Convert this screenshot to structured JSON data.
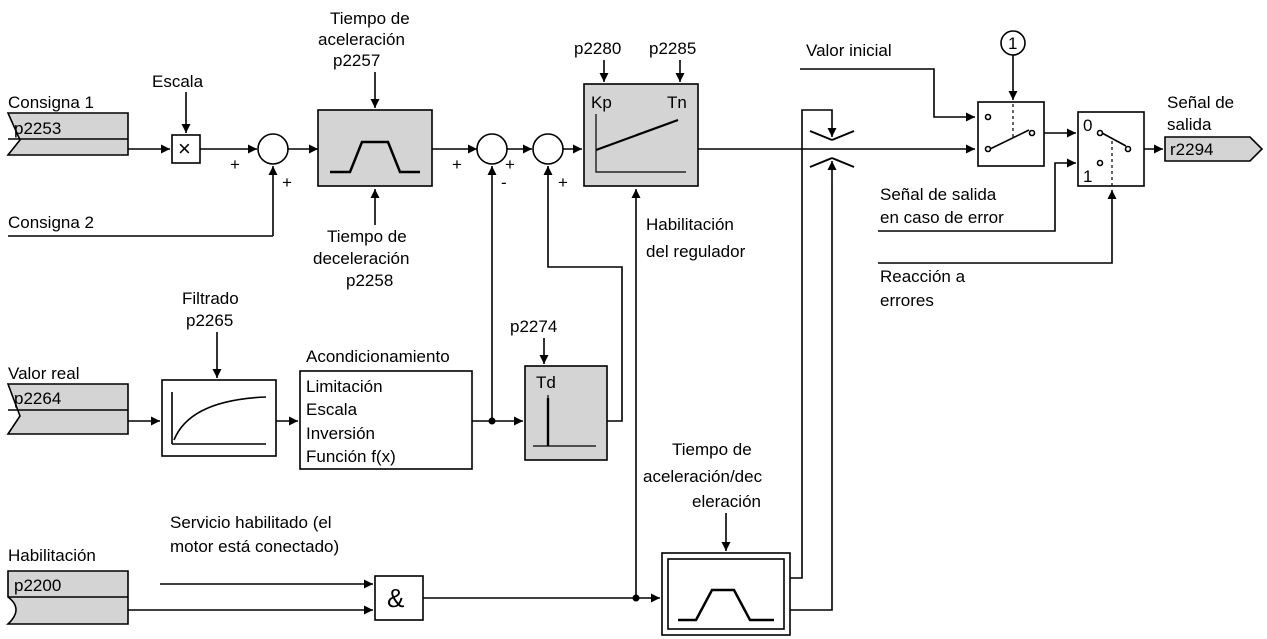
{
  "inputs": {
    "setpoint1_label": "Consigna 1",
    "setpoint1_param": "p2253",
    "setpoint2_label": "Consigna 2",
    "actual_label": "Valor real",
    "actual_param": "p2264",
    "enable_label": "Habilitación",
    "enable_param": "p2200"
  },
  "scale": {
    "label": "Escala",
    "symbol": "×"
  },
  "ramp_gen": {
    "accel_line1": "Tiempo de",
    "accel_line2": "aceleración",
    "accel_param": "p2257",
    "decel_line1": "Tiempo de",
    "decel_line2": "deceleración",
    "decel_param": "p2258"
  },
  "filter": {
    "label": "Filtrado",
    "param": "p2265"
  },
  "conditioning": {
    "title": "Acondicionamiento",
    "items": [
      "Limitación",
      "Escala",
      "Inversión",
      "Función f(x)"
    ]
  },
  "derivative": {
    "param": "p2274",
    "symbol": "Td"
  },
  "pi_controller": {
    "kp_param": "p2280",
    "tn_param": "p2285",
    "kp_label": "Kp",
    "tn_label": "Tn",
    "enable_line1": "Habilitación",
    "enable_line2": "del regulador"
  },
  "signs": {
    "plus": "+",
    "minus": "-"
  },
  "and_gate": {
    "symbol": "&",
    "service_line1": "Servicio habilitado (el",
    "service_line2": "motor está conectado)"
  },
  "ramp_time": {
    "line1": "Tiempo de",
    "line2": "aceleración/dec",
    "line3": "eleración"
  },
  "output": {
    "initial_value": "Valor inicial",
    "marker": "1",
    "error_signal_line1": "Señal de salida",
    "error_signal_line2": "en caso de error",
    "error_reaction_line1": "Reacción a",
    "error_reaction_line2": "errores",
    "switch_0": "0",
    "switch_1": "1",
    "out_line1": "Señal de",
    "out_line2": "salida",
    "out_param": "r2294"
  }
}
